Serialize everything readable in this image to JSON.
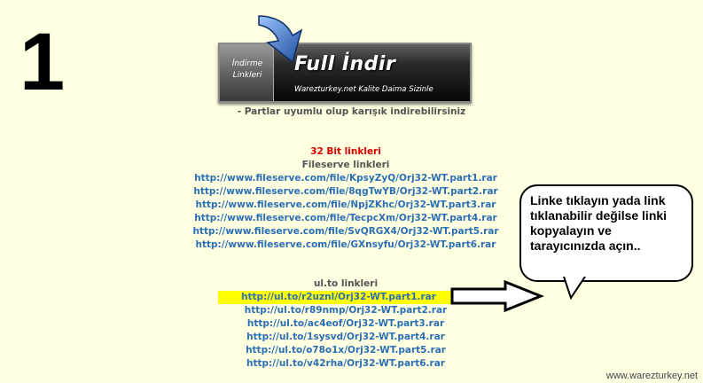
{
  "step_number": "1",
  "banner": {
    "small_line1": "İndirme",
    "small_line2": "Linkleri",
    "title": "Full İndir",
    "subtitle": "Warezturkey.net Kalite Daima Sizinle"
  },
  "note": "- Partlar uyumlu olup karışık indirebilirsiniz",
  "bit_title": "32 Bit linkleri",
  "fileserve": {
    "title": "Fileserve linkleri",
    "links": [
      "http://www.fileserve.com/file/KpsyZyQ/Orj32-WT.part1.rar",
      "http://www.fileserve.com/file/8qgTwYB/Orj32-WT.part2.rar",
      "http://www.fileserve.com/file/NpjZKhc/Orj32-WT.part3.rar",
      "http://www.fileserve.com/file/TecpcXm/Orj32-WT.part4.rar",
      "http://www.fileserve.com/file/SvQRGX4/Orj32-WT.part5.rar",
      "http://www.fileserve.com/file/GXnsyfu/Orj32-WT.part6.rar"
    ]
  },
  "ulto": {
    "title": "ul.to linkleri",
    "links": [
      "http://ul.to/r2uznl/Orj32-WT.part1.rar",
      "http://ul.to/r89nmp/Orj32-WT.part2.rar",
      "http://ul.to/ac4eof/Orj32-WT.part3.rar",
      "http://ul.to/1sysvd/Orj32-WT.part4.rar",
      "http://ul.to/o78o1x/Orj32-WT.part5.rar",
      "http://ul.to/v42rha/Orj32-WT.part6.rar"
    ]
  },
  "callout": {
    "text": "Linke tıklayın yada link tıklanabilir değilse linki kopyalayın ve tarayıcınızda açın.."
  },
  "watermark": "www.warezturkey.net",
  "colors": {
    "background": "#ffffe1",
    "link": "#2b6fb5",
    "bit_title": "#e00000",
    "highlight": "#ffff00",
    "arrow_blue": "#2d5fb0"
  }
}
